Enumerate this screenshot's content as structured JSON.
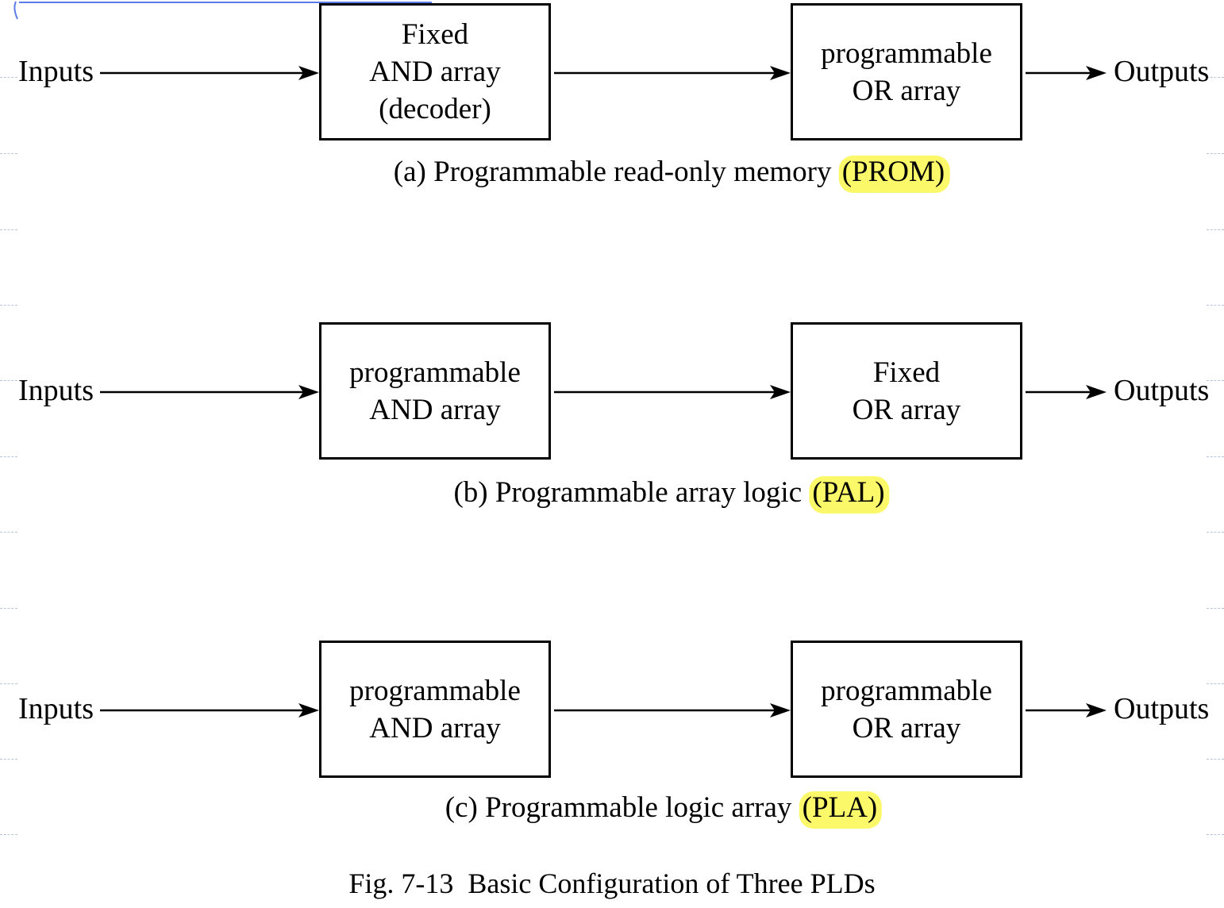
{
  "diagrams": [
    {
      "input_label": "Inputs",
      "output_label": "Outputs",
      "and_block": [
        "Fixed",
        "AND array",
        "(decoder)"
      ],
      "or_block": [
        "programmable",
        "OR array"
      ],
      "caption_text": "(a) Programmable read-only memory ",
      "caption_highlight": "(PROM)"
    },
    {
      "input_label": "Inputs",
      "output_label": "Outputs",
      "and_block": [
        "programmable",
        "AND array"
      ],
      "or_block": [
        "Fixed",
        "OR array"
      ],
      "caption_text": "(b) Programmable array logic ",
      "caption_highlight": "(PAL)"
    },
    {
      "input_label": "Inputs",
      "output_label": "Outputs",
      "and_block": [
        "programmable",
        "AND array"
      ],
      "or_block": [
        "programmable",
        "OR array"
      ],
      "caption_text": "(c) Programmable logic array ",
      "caption_highlight": "(PLA)"
    }
  ],
  "figure_title": "Fig. 7-13  Basic Configuration of Three PLDs",
  "colors": {
    "highlight": "#fbf86a",
    "pen_annotation": "#5b7be6",
    "stroke": "#000000"
  }
}
